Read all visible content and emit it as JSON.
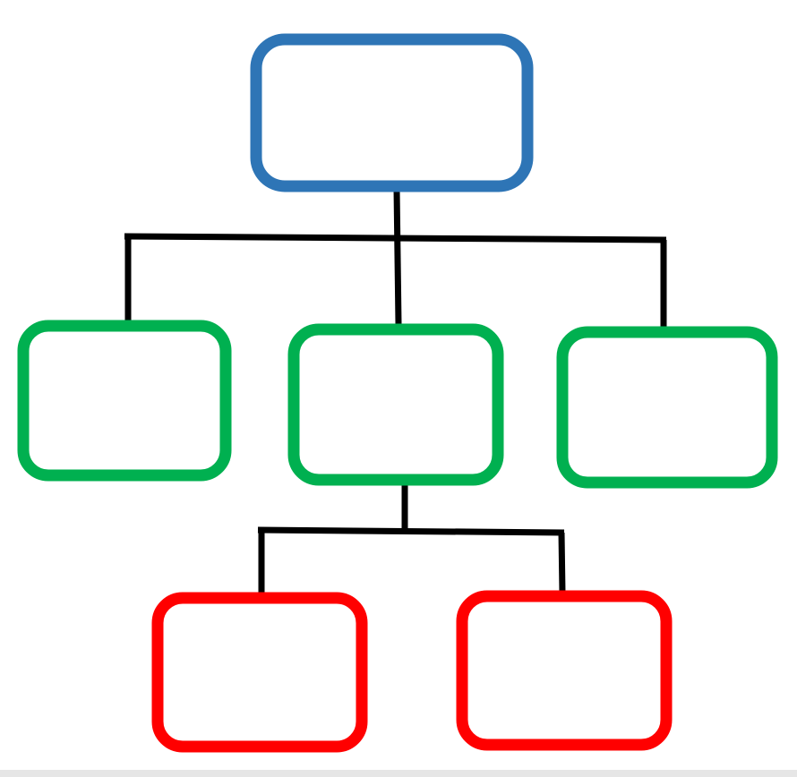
{
  "colors": {
    "root": "#2e75b6",
    "level2": "#00b050",
    "level3": "#ff0000",
    "connector": "#000000",
    "background": "#ffffff"
  },
  "tree": {
    "id": "root",
    "level": 1,
    "children": [
      {
        "id": "child-left",
        "level": 2,
        "children": []
      },
      {
        "id": "child-middle",
        "level": 2,
        "children": [
          {
            "id": "grandchild-left",
            "level": 3,
            "children": []
          },
          {
            "id": "grandchild-right",
            "level": 3,
            "children": []
          }
        ]
      },
      {
        "id": "child-right",
        "level": 2,
        "children": []
      }
    ]
  }
}
